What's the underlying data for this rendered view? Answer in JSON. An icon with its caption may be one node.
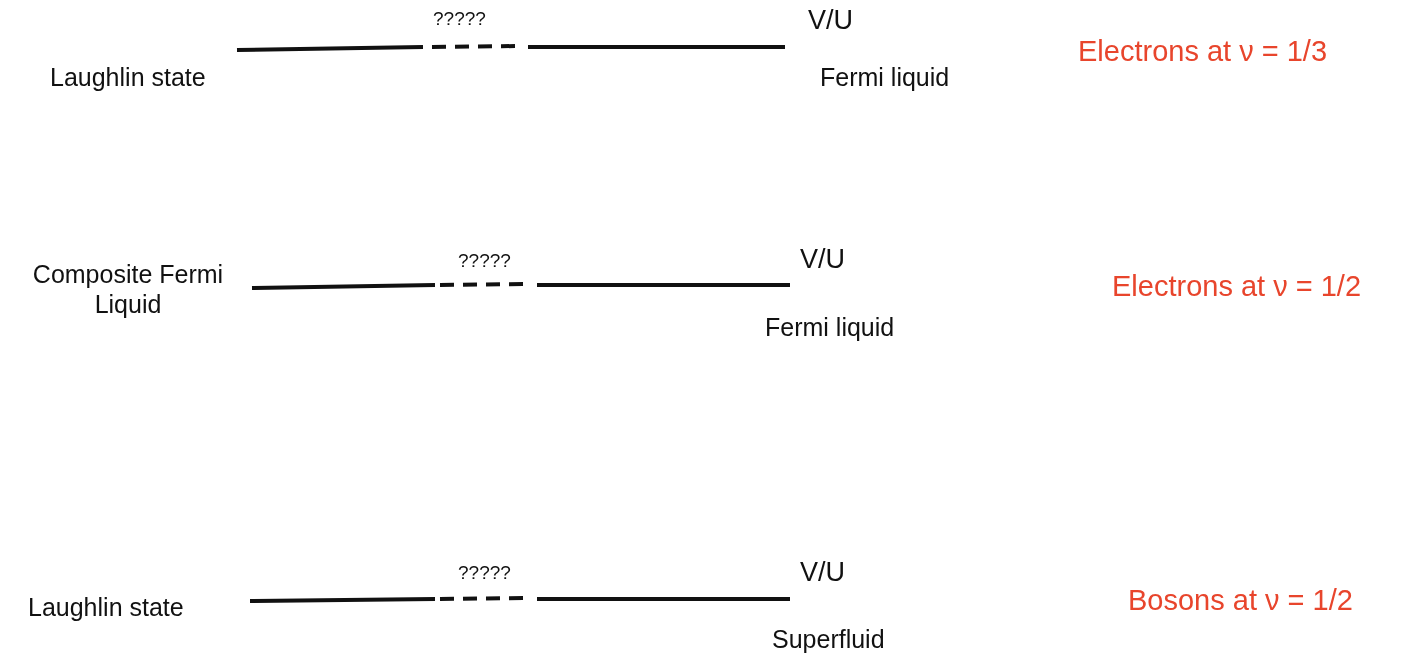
{
  "diagram": {
    "labels": [
      "?????",
      "V/U",
      "Electrons at ν = 1/3",
      "Laughlin state",
      "Fermi liquid",
      "?????",
      "V/U",
      "Composite Fermi Liquid",
      "Electrons at ν = 1/2",
      "Fermi liquid",
      "?????",
      "V/U",
      "Bosons at ν = 1/2",
      "Laughlin state",
      "Superfluid"
    ]
  }
}
